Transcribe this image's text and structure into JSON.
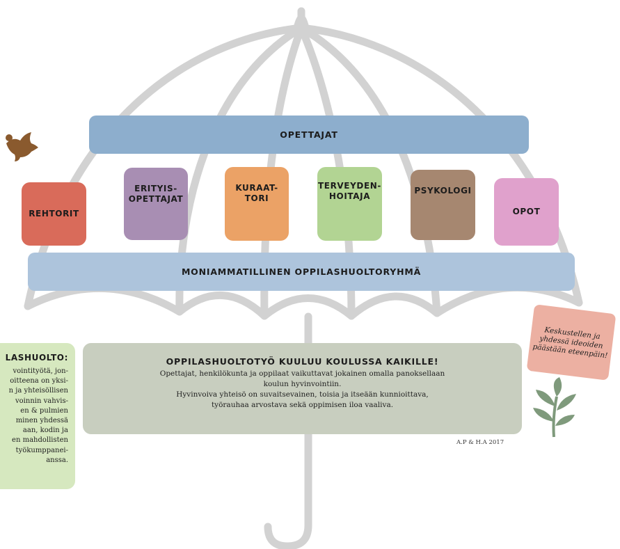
{
  "top_bar": {
    "label": "OPETTAJAT"
  },
  "roles": [
    {
      "lines": [
        "REHTORIT"
      ],
      "color": "#d96b5a"
    },
    {
      "lines": [
        "ERITYIS-",
        "OPETTAJAT"
      ],
      "color": "#a88eb3"
    },
    {
      "lines": [
        "KURAAT-",
        "TORI"
      ],
      "color": "#eba266"
    },
    {
      "lines": [
        "TERVEYDEN-",
        "HOITAJA"
      ],
      "color": "#b2d493"
    },
    {
      "lines": [
        "PSYKOLOGI"
      ],
      "color": "#a68770"
    },
    {
      "lines": [
        "OPOT"
      ],
      "color": "#e0a1cc"
    }
  ],
  "bottom_bar": {
    "label": "MONIAMMATILLINEN OPPILASHUOLTORYHMÄ"
  },
  "colors": {
    "top_bar": "#8daecd",
    "bottom_bar": "#adc4dc",
    "umbrella_outline": "#d2d2d2",
    "side_box": "#d6e8bf",
    "message_box": "#c8cebf",
    "note": "#ecb0a2",
    "bird": "#8a5a2e",
    "plant": "#7f9a7c"
  },
  "side_box": {
    "title": "LASHUOLTO:",
    "lines": [
      "vointityötä, jon-",
      "oitteena on yksi-",
      "n ja yhteisöllisen",
      "voinnin vahvis-",
      "en & pulmien",
      "minen yhdessä",
      "aan, kodin ja",
      "en mahdollisten",
      "työkumppanei-",
      "anssa."
    ]
  },
  "message": {
    "title": "OPPILASHUOLTOTYÖ KUULUU KOULUSSA KAIKILLE!",
    "lines": [
      "Opettajat, henkilökunta ja oppilaat vaikuttavat jokainen omalla panoksellaan",
      "koulun hyvinvointiin.",
      "Hyvinvoiva yhteisö on suvaitsevainen, toisia ja itseään kunnioittava,",
      "työrauhaa arvostava sekä oppimisen iloa vaaliva."
    ]
  },
  "credit": "A.P & H.A 2017",
  "note": {
    "lines": [
      "Keskustellen ja",
      "yhdessä ideoiden",
      "päästään eteenpäin!"
    ]
  },
  "icons": {
    "bird": "bird-icon",
    "plant": "plant-icon"
  }
}
